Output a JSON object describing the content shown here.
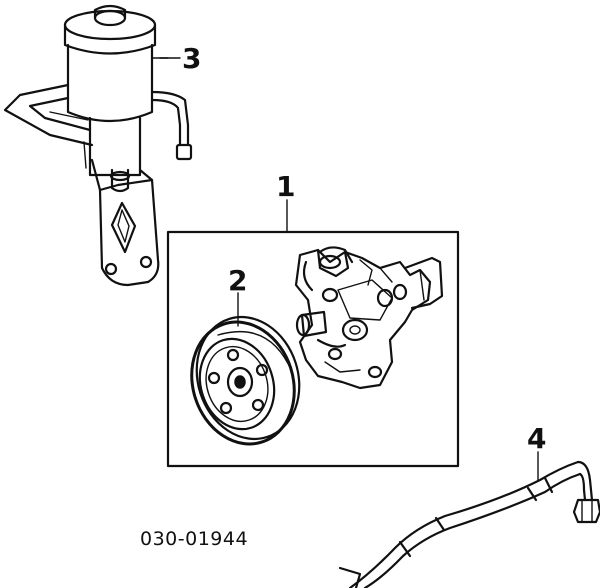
{
  "callouts": {
    "c1": "1",
    "c2": "2",
    "c3": "3",
    "c4": "4"
  },
  "diagram_code": "030-01944",
  "parts": {
    "reservoir": "reservoir-bracket-assembly",
    "pump": "power-steering-pump",
    "pulley": "pump-pulley",
    "hose": "pressure-hose"
  }
}
